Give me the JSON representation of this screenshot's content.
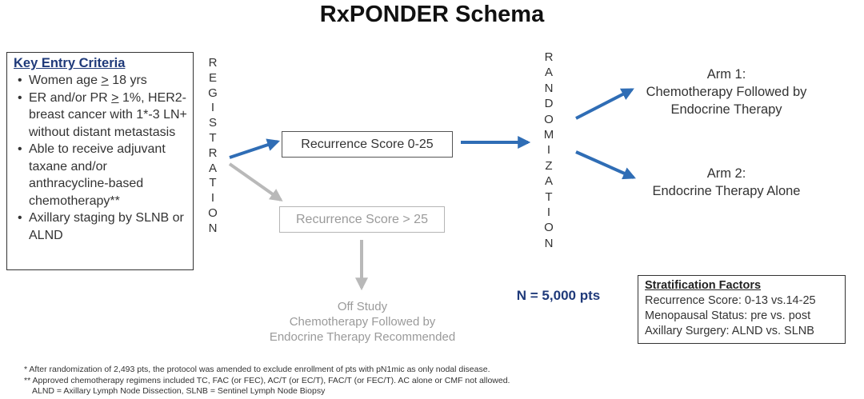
{
  "title": "RxPONDER Schema",
  "criteria": {
    "heading": "Key Entry Criteria",
    "items": [
      {
        "pre": "Women age ",
        "u": ">",
        "post": " 18 yrs"
      },
      {
        "pre": "ER and/or PR ",
        "u": ">",
        "post": " 1%, HER2- breast cancer with 1*-3 LN+ without distant metastasis"
      },
      {
        "pre": "Able to receive adjuvant taxane and/or anthracycline-based chemotherapy**",
        "u": "",
        "post": ""
      },
      {
        "pre": "Axillary staging by SLNB or ALND",
        "u": "",
        "post": ""
      }
    ]
  },
  "registration_letters": [
    "R",
    "E",
    "G",
    "I",
    "S",
    "T",
    "R",
    "A",
    "T",
    "I",
    "O",
    "N"
  ],
  "randomization_letters": [
    "R",
    "A",
    "N",
    "D",
    "O",
    "M",
    "I",
    "Z",
    "A",
    "T",
    "I",
    "O",
    "N"
  ],
  "rs_low": "Recurrence Score 0-25",
  "rs_high": "Recurrence Score > 25",
  "off_study": [
    "Off Study",
    "Chemotherapy Followed by",
    "Endocrine Therapy Recommended"
  ],
  "arm1": [
    "Arm 1:",
    "Chemotherapy Followed by",
    "Endocrine Therapy"
  ],
  "arm2": [
    "Arm 2:",
    "Endocrine Therapy Alone"
  ],
  "n_pts": "N = 5,000 pts",
  "stratification": {
    "heading": "Stratification Factors",
    "rows": [
      "Recurrence Score: 0-13 vs.14-25",
      "Menopausal Status: pre vs. post",
      "Axillary Surgery: ALND vs. SLNB"
    ]
  },
  "footnotes": [
    "* After randomization of 2,493 pts, the protocol was amended to exclude enrollment of pts with pN1mic as only nodal disease.",
    "** Approved chemotherapy regimens included TC, FAC (or FEC), AC/T (or EC/T), FAC/T (or FEC/T). AC alone or CMF not allowed.",
    "ALND = Axillary Lymph Node Dissection, SLNB = Sentinel Lymph Node Biopsy"
  ],
  "colors": {
    "blue_arrow": "#2f6db5",
    "gray_arrow": "#b9b9b9",
    "heading_blue": "#1f3a7a"
  }
}
